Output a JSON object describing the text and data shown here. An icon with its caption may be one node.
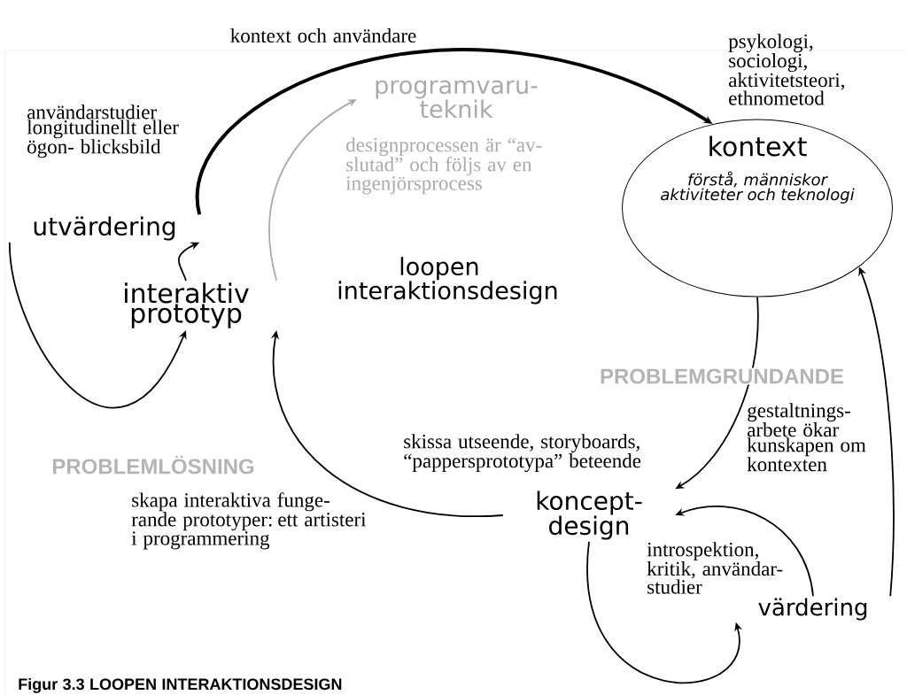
{
  "diagram": {
    "caption": "Figur 3.3 LOOPEN INTERAKTIONSDESIGN",
    "nodes": [
      {
        "text": [
          "utvärdering"
        ]
      },
      {
        "text": [
          "interaktiv prototyp"
        ]
      },
      {
        "text": [
          "programvaru- teknik"
        ],
        "beside": [
          "designprocessen är “av- slutad” och följs av en ingenjörsprocess"
        ]
      },
      {
        "text": [
          "kontext",
          "förstå, människor aktiviteter och teknologi"
        ],
        "beside": [
          "psykologi, sociologi, aktivitetsteori, ethnometod"
        ]
      },
      {
        "text": [
          "koncept- design"
        ]
      },
      {
        "text": [
          "värdering"
        ]
      }
    ],
    "edges": [
      {
        "from": 0,
        "to": 3,
        "arrow": "to",
        "label": "kontext och användare",
        "style": "thick"
      },
      {
        "from": 1,
        "to": 0,
        "arrow": "to"
      },
      {
        "from": 1,
        "to": 2,
        "arrow": "to",
        "color": "#aaaaaa"
      },
      {
        "from": 0,
        "to": 1,
        "arrow": "to"
      },
      {
        "from": 4,
        "to": 1,
        "arrow": "to"
      },
      {
        "from": 3,
        "to": 4,
        "arrow": "to"
      },
      {
        "from": 5,
        "to": 3,
        "arrow": "to"
      },
      {
        "from": 5,
        "to": 4,
        "arrow": "to"
      },
      {
        "from": 4,
        "to": 5,
        "arrow": "to"
      }
    ],
    "labels": [
      "användarstudier longitudinellt eller ögon- blicksbild",
      "loopen interaktionsdesign",
      "PROBLEMGRUNDANDE",
      "gestaltnings- arbete ökar kunskapen om kontexten",
      "skissa utseende, storyboards, “pappersprototypa” beteende",
      "PROBLEMLÖSNING",
      "skapa interaktiva funge- rande prototyper: ett artisteri i programmering",
      "introspektion, kritik, användar- studier"
    ]
  }
}
